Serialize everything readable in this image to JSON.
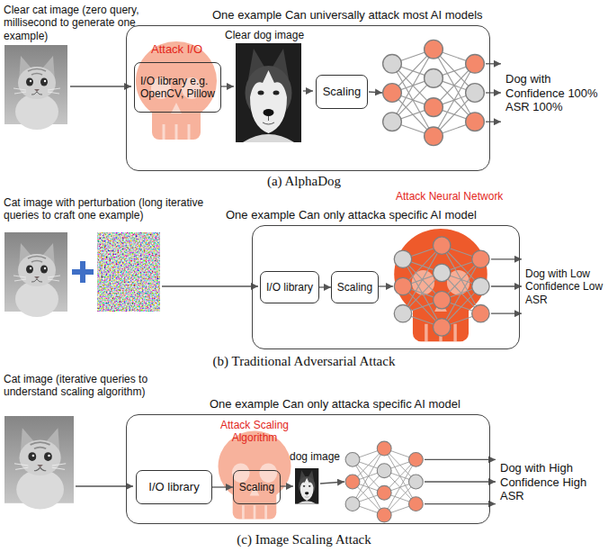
{
  "diagram": {
    "nodes": [
      {
        "text": [
          "One example Can universally attack most AI models"
        ]
      },
      {
        "text": [
          "I/O library e.g. OpenCV, Pillow"
        ],
        "in": 0
      },
      {
        "text": [
          "Scaling"
        ],
        "in": 0
      },
      {
        "text": [
          "One example Can only attacka specific AI model"
        ]
      },
      {
        "text": [
          "I/O library"
        ],
        "in": 3
      },
      {
        "text": [
          "Scaling"
        ],
        "in": 3
      },
      {
        "text": [
          "One example Can only attacka specific AI model"
        ]
      },
      {
        "text": [
          "I/O library"
        ],
        "in": 6
      },
      {
        "text": [
          "Scaling"
        ],
        "in": 6
      }
    ],
    "edges": [
      {
        "from": 4,
        "to": 5,
        "arrow": "to"
      },
      {
        "from": 7,
        "to": 8,
        "arrow": "to"
      }
    ],
    "labels": [
      "Clear cat image (zero query, millisecond to generate one example)",
      "Attack I/O",
      "Clear dog image",
      "Dog with Confidence 100% ASR 100%",
      "(a) AlphaDog",
      "Cat image with perturbation (long iterative queries to craft one example)",
      "Attack Neural Network",
      "Dog with Low Confidence Low ASR",
      "(b) Traditional Adversarial Attack",
      "Cat image (iterative queries to understand scaling algorithm)",
      "Attack Scaling Algorithm",
      "dog image",
      "Dog with High Confidence High ASR",
      "(c) Image Scaling Attack"
    ]
  }
}
